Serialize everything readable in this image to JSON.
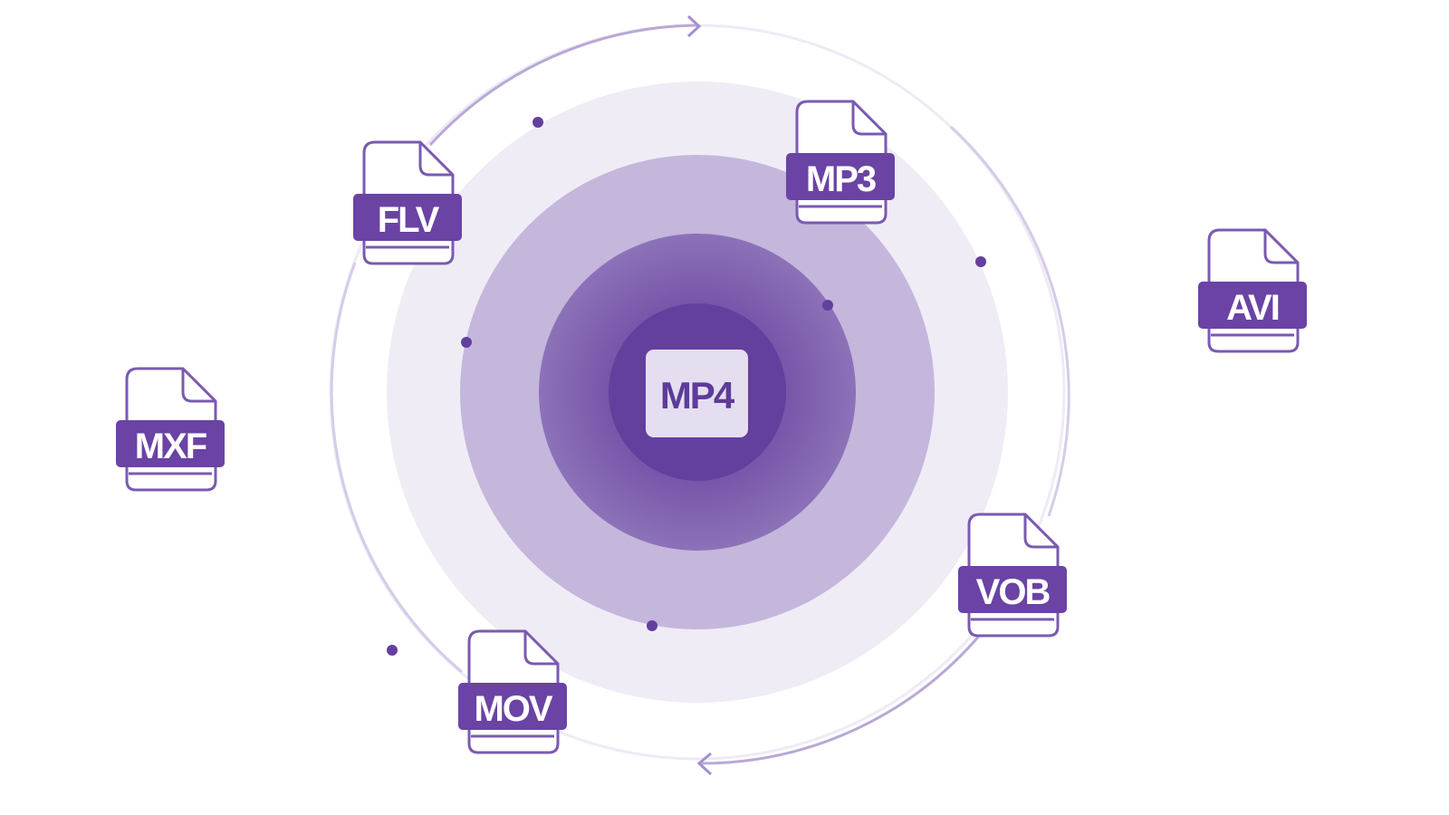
{
  "center": {
    "label": "MP4"
  },
  "formats": [
    {
      "label": "FLV"
    },
    {
      "label": "MP3"
    },
    {
      "label": "AVI"
    },
    {
      "label": "MXF"
    },
    {
      "label": "VOB"
    },
    {
      "label": "MOV"
    }
  ],
  "colors": {
    "primary": "#6a43a5",
    "ring_outer": "#efecf6",
    "ring_mid": "#c5b6dc",
    "ring_inner": "#8a6db5",
    "core": "#633f9e",
    "badge_bg": "#e4def0",
    "arc": "#b9a8d6"
  }
}
